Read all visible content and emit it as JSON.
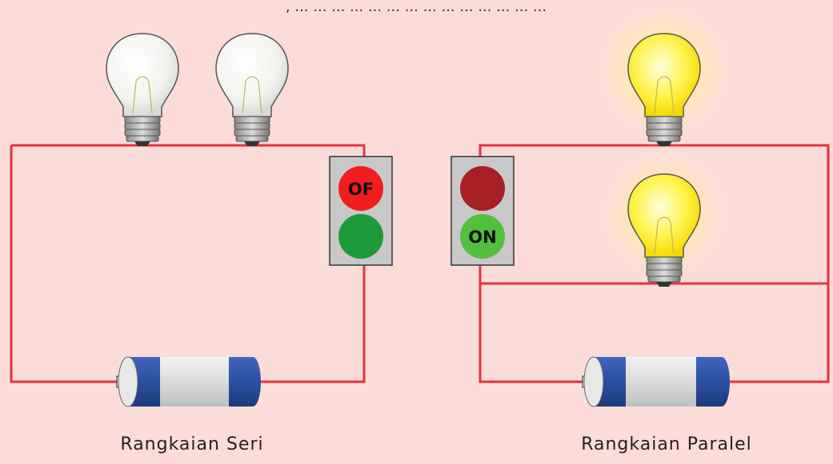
{
  "top_caption": ", ... ... ... ... ... ... ... ... ... ... ... ... ... ...",
  "series": {
    "title": "Rangkaian Seri",
    "switch_off_label": "OF",
    "switch_on_label": ""
  },
  "parallel": {
    "title": "Rangkaian Paralel",
    "switch_off_label": "",
    "switch_on_label": "ON"
  },
  "colors": {
    "background": "#fbdcd8",
    "wire": "#e8313d",
    "switch_box": "#c8c8c8",
    "off_red_active": "#f21d1d",
    "off_red_dim": "#a51f24",
    "on_green_active": "#53bf3e",
    "on_green_dim": "#1f9a3b",
    "battery_blue": "#2b4fa0",
    "bulb_glow": "#fff200"
  },
  "icons": [
    "bulb-off-icon",
    "bulb-on-icon",
    "battery-icon",
    "switch-icon"
  ]
}
